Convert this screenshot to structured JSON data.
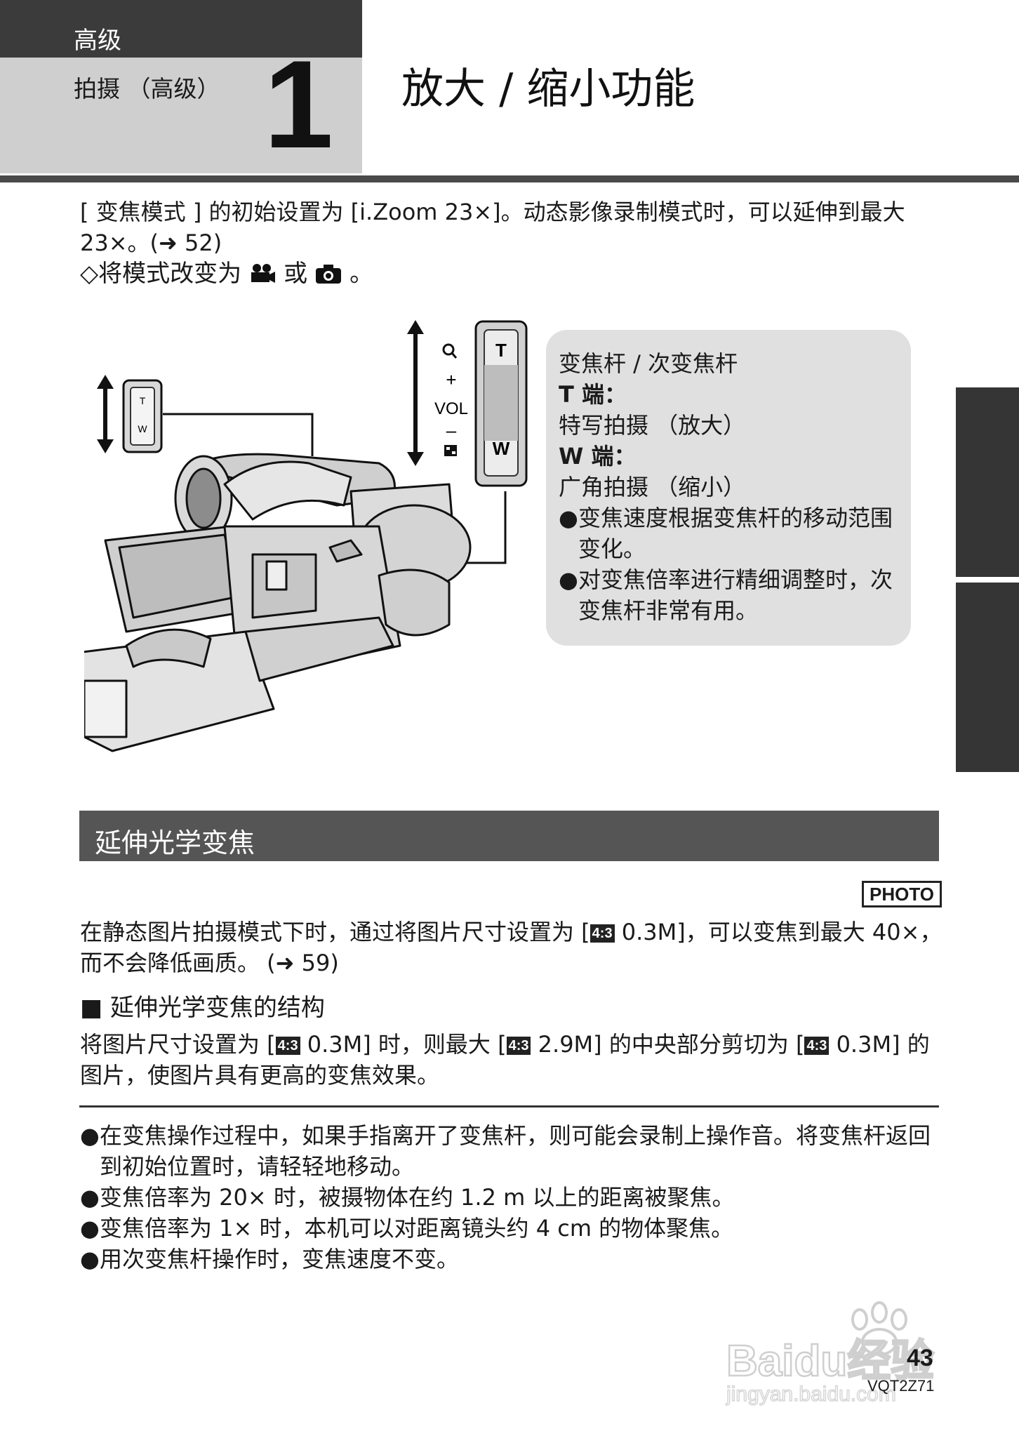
{
  "header": {
    "category": "高级",
    "subcategory": "拍摄 （高级）",
    "chapter_number": "1",
    "title": "放大 / 缩小功能"
  },
  "intro": {
    "text": "[ 变焦模式 ] 的初始设置为 [i.Zoom 23×]。动态影像录制模式时，可以延伸到最大 23×。(➜ 52)",
    "mode_prefix": "◇将模式改变为",
    "mode_or": "或",
    "mode_suffix": "。"
  },
  "figure": {
    "small_t": "T",
    "small_w": "W",
    "big_t": "T",
    "big_w": "W",
    "plus": "+",
    "vol": "VOL",
    "minus": "–"
  },
  "infobox": {
    "title": "变焦杆 / 次变焦杆",
    "t_label": "T 端：",
    "t_desc": "特写拍摄 （放大）",
    "w_label": "W 端：",
    "w_desc": "广角拍摄 （缩小）",
    "bullet1": "变焦速度根据变焦杆的移动范围变化。",
    "bullet2": "对变焦倍率进行精细调整时，次变焦杆非常有用。"
  },
  "section": {
    "title": "延伸光学变焦",
    "badge": "PHOTO",
    "para_pre": "在静态图片拍摄模式下时，通过将图片尺寸设置为 [",
    "para_post": " 0.3M]，可以变焦到最大 40×，而不会降低画质。 (➜ 59)",
    "aspect_icon": "4:3",
    "subheading": "■  延伸光学变焦的结构",
    "para3_a": "将图片尺寸设置为 [",
    "para3_b": " 0.3M] 时，则最大 [",
    "para3_c": " 2.9M] 的中央部分剪切为 [",
    "para3_d": " 0.3M] 的图片，使图片具有更高的变焦效果。"
  },
  "notes": [
    "在变焦操作过程中，如果手指离开了变焦杆，则可能会录制上操作音。将变焦杆返回到初始位置时，请轻轻地移动。",
    "变焦倍率为 20× 时，被摄物体在约 1.2 m 以上的距离被聚焦。",
    "变焦倍率为 1× 时，本机可以对距离镜头约 4 cm 的物体聚焦。",
    "用次变焦杆操作时，变焦速度不变。"
  ],
  "footer": {
    "page_number": "43",
    "code": "VQT2Z71",
    "watermark_main": "Baidu经验",
    "watermark_url": "jingyan.baidu.com"
  }
}
